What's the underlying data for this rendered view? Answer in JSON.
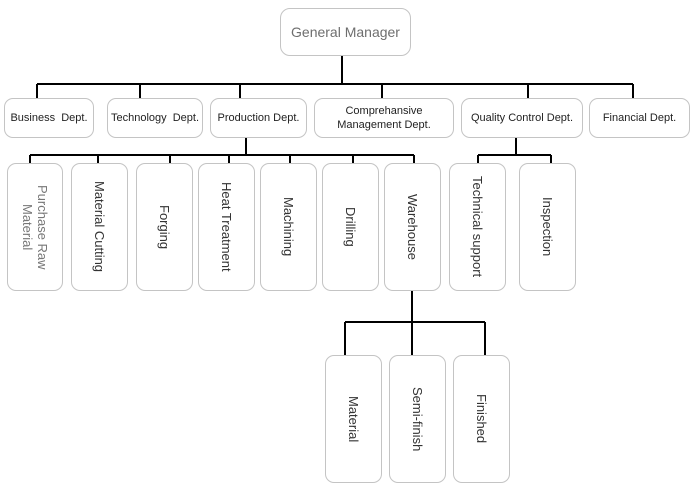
{
  "top": {
    "label": "General Manager"
  },
  "departments": [
    {
      "label": "Business  Dept."
    },
    {
      "label": "Technology  Dept."
    },
    {
      "label": "Production Dept."
    },
    {
      "label": "Comprehansive Management Dept."
    },
    {
      "label": "Quality Control Dept."
    },
    {
      "label": "Financial Dept."
    }
  ],
  "production_units": [
    {
      "label": "Purchase Raw Material"
    },
    {
      "label": "Material Cutting"
    },
    {
      "label": "Forging"
    },
    {
      "label": "Heat Treatment"
    },
    {
      "label": "Machining"
    },
    {
      "label": "Drilling"
    },
    {
      "label": "Warehouse"
    }
  ],
  "quality_units": [
    {
      "label": "Technical support"
    },
    {
      "label": "Inspection"
    }
  ],
  "warehouse_units": [
    {
      "label": "Material"
    },
    {
      "label": "Semi-finish"
    },
    {
      "label": "Finished"
    }
  ]
}
